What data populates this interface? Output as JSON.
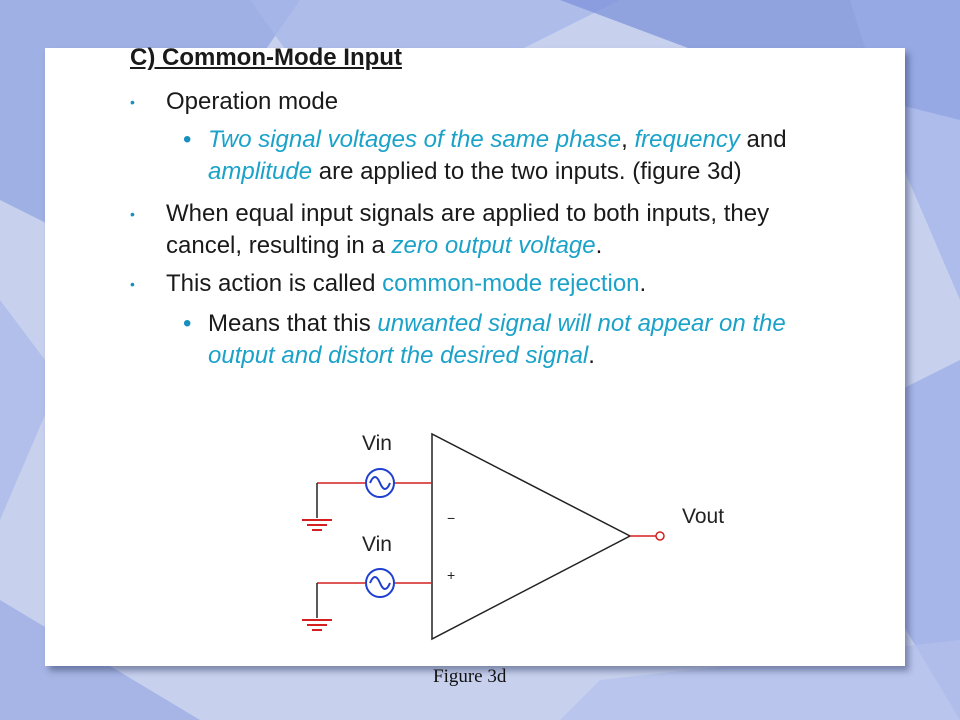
{
  "slide": {
    "heading": "C) Common-Mode Input",
    "b1": {
      "text": "Operation mode"
    },
    "b2": {
      "l1_p1": "Two signal voltages of the same phase",
      "l1_p2": ", ",
      "l1_p3": "frequency",
      "l1_p4": " and",
      "l2_p1": "amplitude",
      "l2_p2": " are applied to the two inputs. (figure 3d)"
    },
    "b3": {
      "l1": "When equal input signals are applied to both inputs, they",
      "l2_p1": "cancel, resulting in a ",
      "l2_p2": "zero output voltage",
      "l2_p3": "."
    },
    "b4": {
      "p1": "This action is called ",
      "p2": "common-mode rejection",
      "p3": "."
    },
    "b5": {
      "l1_p1": "Means that this ",
      "l1_p2": "unwanted signal will not appear on the",
      "l2_p1": "output and distort the desired signal",
      "l2_p2": "."
    },
    "bullet_small": "•",
    "bullet_large": "•"
  },
  "figure": {
    "vin_top": "Vin",
    "vin_bottom": "Vin",
    "vout": "Vout",
    "minus": "−",
    "plus": "+",
    "caption": "Figure 3d"
  },
  "colors": {
    "highlight": "#1aa2c9",
    "text": "#1a1a1a",
    "wire_red": "#d42020",
    "source_blue": "#1e3fd0",
    "ground_red": "#d42020"
  }
}
